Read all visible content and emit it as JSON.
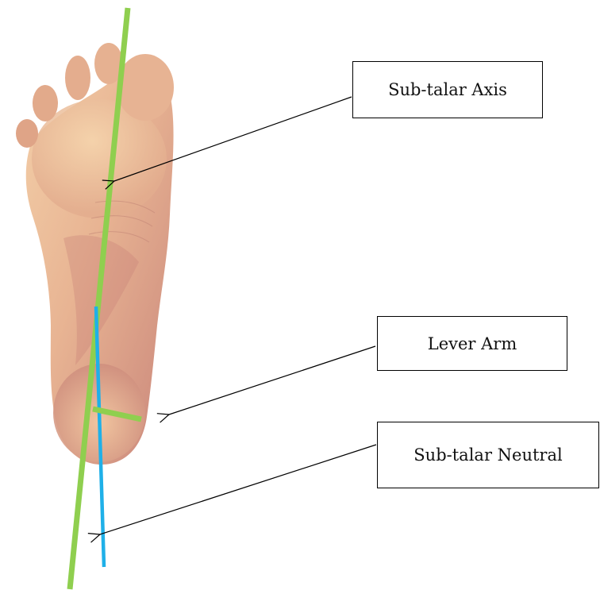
{
  "labels": {
    "subtalar_axis": "Sub-talar Axis",
    "lever_arm": "Lever Arm",
    "subtalar_neutral": "Sub-talar Neutral"
  },
  "colors": {
    "axis_line": "#8fcf4f",
    "neutral_line": "#1fb0e8",
    "lever_line": "#8fcf4f",
    "skin_light": "#f2c9a0",
    "skin_mid": "#e2a88a",
    "skin_dark": "#c98577",
    "arrow": "#000000"
  },
  "icons": {
    "foot": "foot-sole-icon"
  }
}
